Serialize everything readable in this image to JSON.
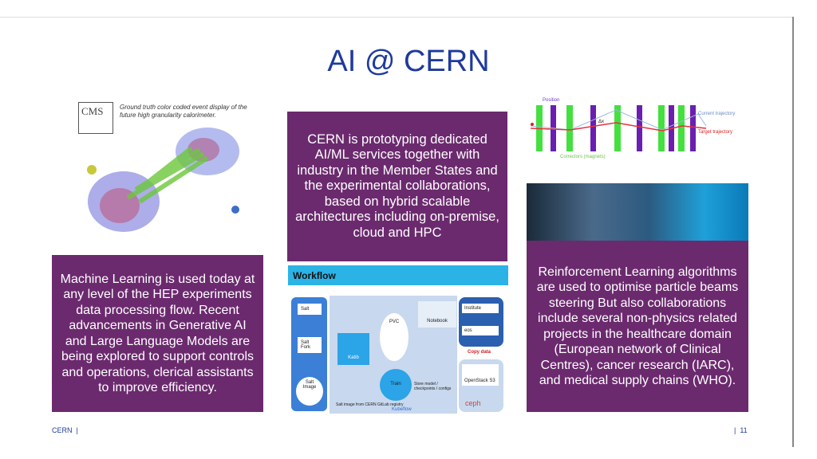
{
  "title": "AI @ CERN",
  "left": {
    "caption": "Ground truth color coded event display of the future high granularity calorimeter.",
    "logo": "CMS",
    "text": "Machine Learning is used today at any level of the HEP experiments data processing flow. Recent advancements in Generative AI and Large Language Models are being explored to support controls and operations, clerical assistants to improve efficiency."
  },
  "middle": {
    "text": "CERN is prototyping dedicated AI/ML services together with industry in the Member States and the experimental collaborations, based on hybrid scalable architectures including on-premise, cloud and HPC",
    "workflow": {
      "title": "Workflow",
      "salt": "Salt",
      "salt_fork": "Salt Fork",
      "salt_image": "Salt Image",
      "katib": "Katib",
      "pvc": "PVC",
      "notebook": "Notebook",
      "train": "Train",
      "institute": "Institute",
      "eos": "eos",
      "s3": "OpenStack S3",
      "ceph": "ceph",
      "kubeflow": "Kubeflow",
      "copy_data": "Copy data",
      "store": "Store model / checkpoints / configs",
      "salt_registry": "Salt image from CERN GitLab registry"
    }
  },
  "right": {
    "position": "Position",
    "current": "Current trajectory",
    "target": "Target trajectory",
    "correctors": "Correctors (magnets)",
    "delta": "Δx",
    "text": "Reinforcement Learning algorithms are used to optimise particle beams steering But also collaborations include several non-physics related projects in the healthcare domain (European network of Clinical Centres), cancer research (IARC), and medical supply chains (WHO)."
  },
  "footer": {
    "left": "CERN",
    "page": "11"
  }
}
